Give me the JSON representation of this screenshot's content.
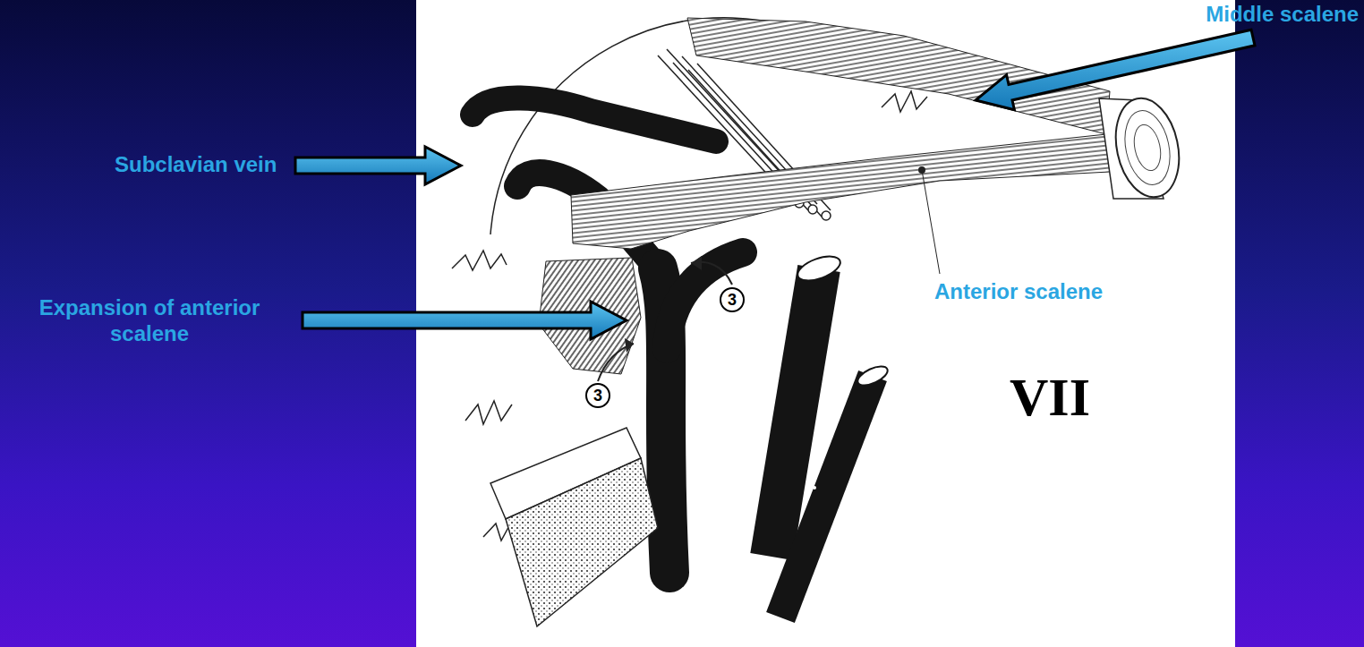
{
  "diagram": {
    "labels": [
      "Middle scalene",
      "Subclavian vein",
      "Expansion of anterior scalene",
      "Anterior scalene",
      "3",
      "3",
      "VII"
    ]
  }
}
